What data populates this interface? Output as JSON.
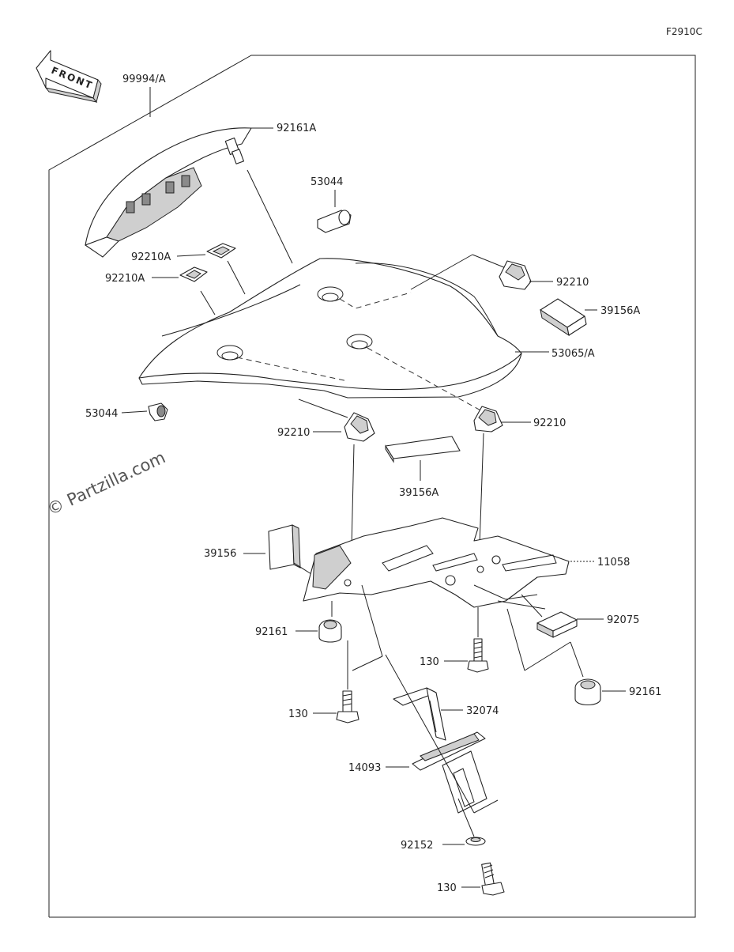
{
  "diagram": {
    "code": "F2910C",
    "front_label": "FRONT",
    "watermark": "© Partzilla.com",
    "callouts": [
      {
        "id": "99994-a",
        "text": "99994/A"
      },
      {
        "id": "92161a",
        "text": "92161A"
      },
      {
        "id": "53044-top",
        "text": "53044"
      },
      {
        "id": "92210a-1",
        "text": "92210A"
      },
      {
        "id": "92210a-2",
        "text": "92210A"
      },
      {
        "id": "92210-1",
        "text": "92210"
      },
      {
        "id": "39156a-1",
        "text": "39156A"
      },
      {
        "id": "53065-a",
        "text": "53065/A"
      },
      {
        "id": "53044-left",
        "text": "53044"
      },
      {
        "id": "92210-2",
        "text": "92210"
      },
      {
        "id": "92210-3",
        "text": "92210"
      },
      {
        "id": "39156a-2",
        "text": "39156A"
      },
      {
        "id": "39156",
        "text": "39156"
      },
      {
        "id": "11058",
        "text": "11058"
      },
      {
        "id": "92161-1",
        "text": "92161"
      },
      {
        "id": "92075",
        "text": "92075"
      },
      {
        "id": "130-1",
        "text": "130"
      },
      {
        "id": "92161-2",
        "text": "92161"
      },
      {
        "id": "130-2",
        "text": "130"
      },
      {
        "id": "32074",
        "text": "32074"
      },
      {
        "id": "14093",
        "text": "14093"
      },
      {
        "id": "92152",
        "text": "92152"
      },
      {
        "id": "130-3",
        "text": "130"
      }
    ]
  }
}
